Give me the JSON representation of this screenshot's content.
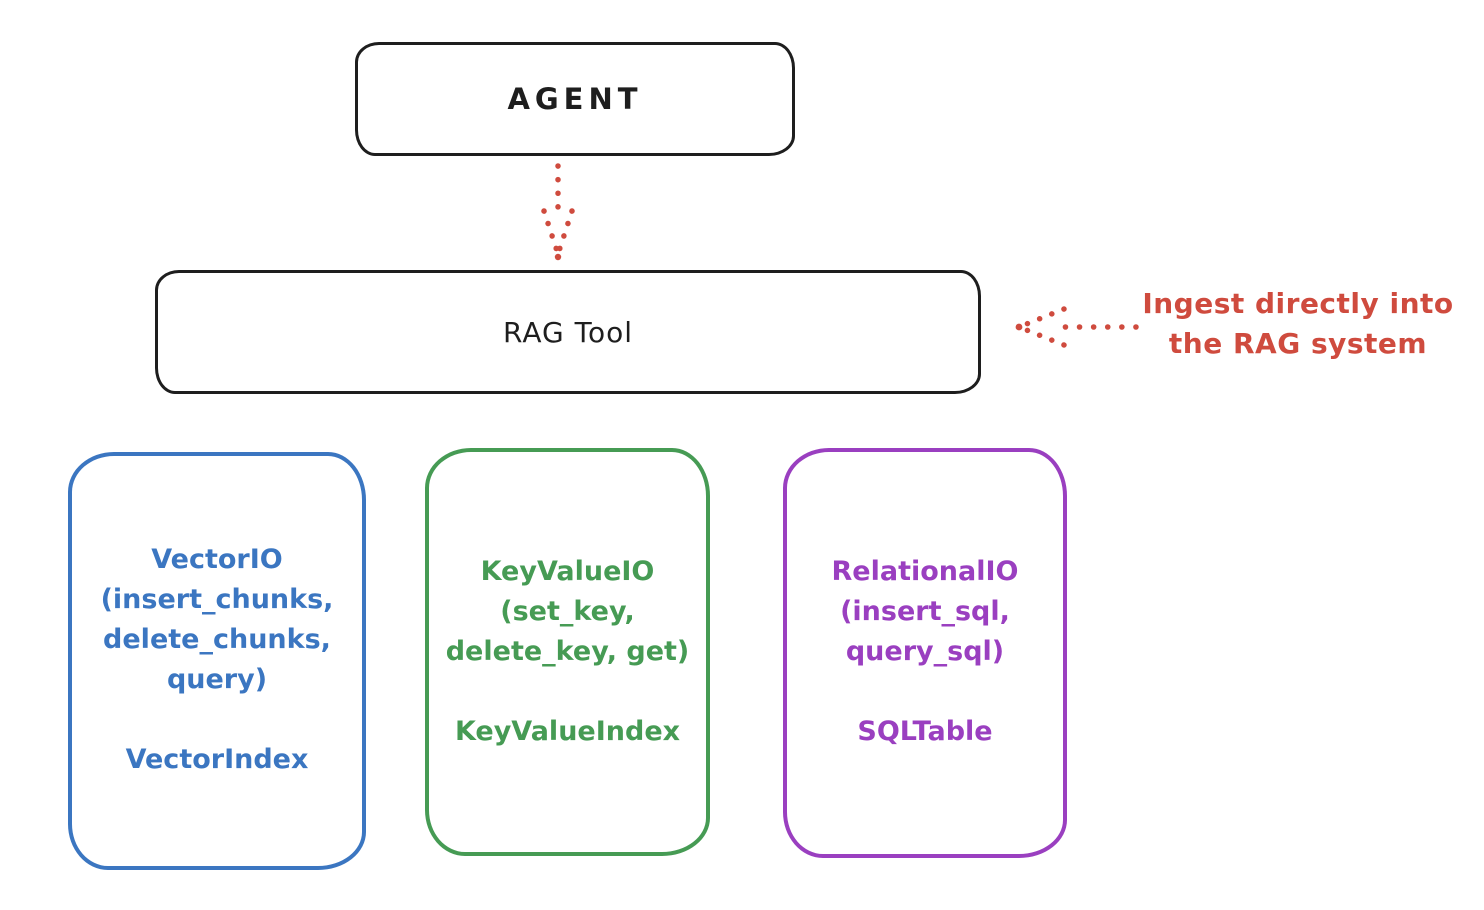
{
  "agent_box": {
    "label": "AGENT"
  },
  "rag_tool_box": {
    "label": "RAG Tool"
  },
  "annotation": {
    "line1": "Ingest directly into",
    "line2": "the RAG system"
  },
  "io_boxes": [
    {
      "name": "vector-io",
      "color": "#3b76c1",
      "lines": [
        "VectorIO",
        "(insert_chunks,",
        "delete_chunks,",
        "query)"
      ],
      "index_label": "VectorIndex"
    },
    {
      "name": "keyvalue-io",
      "color": "#469b54",
      "lines": [
        "KeyValueIO",
        "(set_key,",
        "delete_key, get)"
      ],
      "index_label": "KeyValueIndex"
    },
    {
      "name": "relational-io",
      "color": "#9a3fc0",
      "lines": [
        "RelationalIO",
        "(insert_sql,",
        "query_sql)"
      ],
      "index_label": "SQLTable"
    }
  ],
  "arrows": [
    {
      "name": "agent-to-rag",
      "style": "dotted",
      "direction": "down",
      "color": "#cf4b3e"
    },
    {
      "name": "annotation-to-rag",
      "style": "dotted",
      "direction": "left",
      "color": "#cf4b3e"
    }
  ],
  "colors": {
    "background": "#ffffff",
    "box_stroke": "#1e1e1e",
    "arrow_red": "#cf4b3e",
    "vector_blue": "#3b76c1",
    "keyvalue_green": "#469b54",
    "relational_purple": "#9a3fc0"
  }
}
